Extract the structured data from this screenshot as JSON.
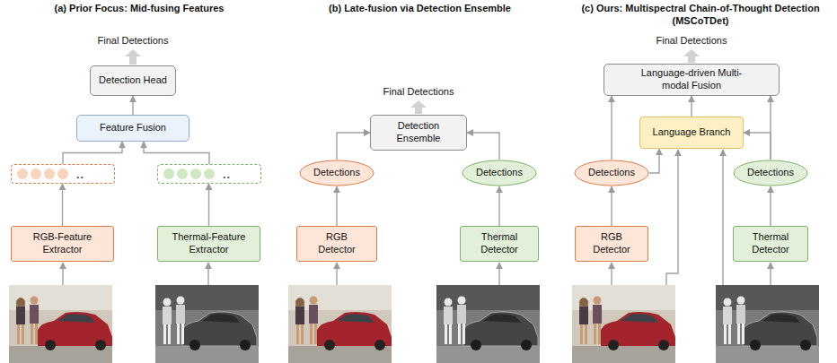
{
  "diagram": {
    "nodes": [
      {
        "text": [
          "Detection Head"
        ]
      },
      {
        "text": [
          "Feature Fusion"
        ]
      },
      {
        "text": [
          ".."
        ]
      },
      {
        "text": [
          ".."
        ]
      },
      {
        "text": [
          "RGB-Feature Extractor"
        ]
      },
      {
        "text": [
          "Thermal-Feature Extractor"
        ]
      },
      {
        "text": [
          "Detection Ensemble"
        ]
      },
      {
        "text": [
          "Detections"
        ]
      },
      {
        "text": [
          "Detections"
        ]
      },
      {
        "text": [
          "RGB Detector"
        ]
      },
      {
        "text": [
          "Thermal Detector"
        ]
      },
      {
        "text": [
          "Language-driven Multi-modal Fusion"
        ]
      },
      {
        "text": [
          "Language Branch"
        ]
      },
      {
        "text": [
          "Detections"
        ]
      },
      {
        "text": [
          "Detections"
        ]
      },
      {
        "text": [
          "RGB Detector"
        ]
      },
      {
        "text": [
          "Thermal Detector"
        ]
      }
    ],
    "edges": [
      {
        "from": 4,
        "to": 2,
        "arrow": "to"
      },
      {
        "from": 5,
        "to": 3,
        "arrow": "to"
      },
      {
        "from": 2,
        "to": 1,
        "arrow": "to"
      },
      {
        "from": 3,
        "to": 1,
        "arrow": "to"
      },
      {
        "from": 1,
        "to": 0,
        "arrow": "to"
      },
      {
        "from": 9,
        "to": 7,
        "arrow": "to"
      },
      {
        "from": 10,
        "to": 8,
        "arrow": "to"
      },
      {
        "from": 7,
        "to": 6,
        "arrow": "to"
      },
      {
        "from": 8,
        "to": 6,
        "arrow": "to"
      },
      {
        "from": 15,
        "to": 13,
        "arrow": "to"
      },
      {
        "from": 16,
        "to": 14,
        "arrow": "to"
      },
      {
        "from": 13,
        "to": 11,
        "arrow": "to"
      },
      {
        "from": 13,
        "to": 12,
        "arrow": "to"
      },
      {
        "from": 14,
        "to": 11,
        "arrow": "to"
      },
      {
        "from": 14,
        "to": 12,
        "arrow": "to"
      },
      {
        "from": 12,
        "to": 11,
        "arrow": "to"
      }
    ],
    "labels": [
      "(a) Prior Focus: Mid-fusing Features",
      "Final Detections",
      "(b) Late-fusion via Detection Ensemble",
      "Final Detections",
      "(c) Ours: Multispectral Chain-of-Thought Detection (MSCoTDet)",
      "Final Detections"
    ]
  }
}
